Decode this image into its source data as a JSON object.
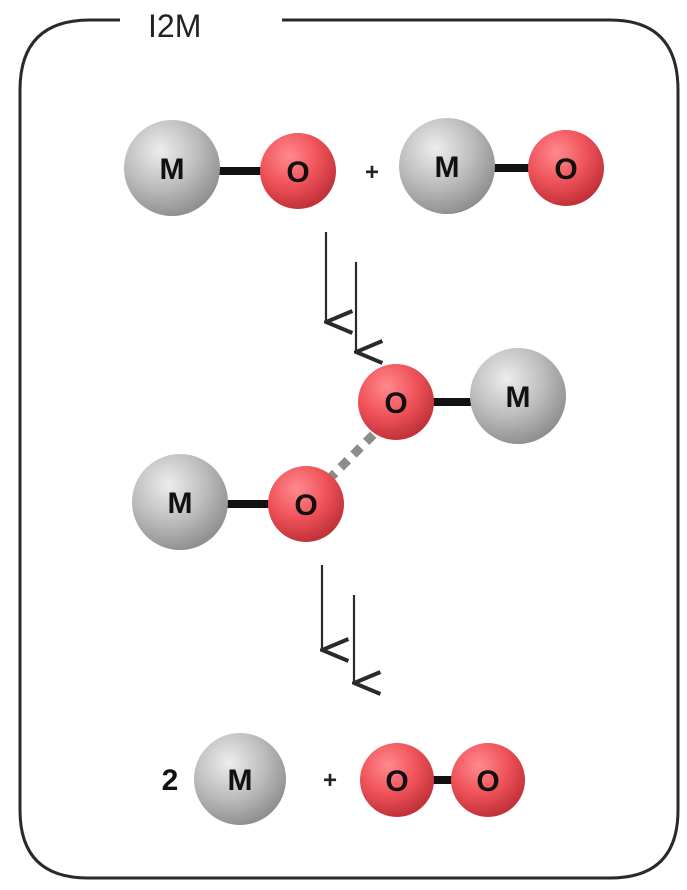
{
  "title": "I2M",
  "atoms": {
    "metal": "M",
    "oxygen": "O"
  },
  "operators": {
    "plus": "+"
  },
  "product": {
    "coefficient": "2"
  },
  "colors": {
    "metal_fill": "#b5b5b5",
    "oxygen_fill": "#f0535a",
    "bond": "#111111",
    "interaction": "#8c8c8c",
    "frame": "#2a2a2a",
    "arrow": "#2a2a2a"
  }
}
